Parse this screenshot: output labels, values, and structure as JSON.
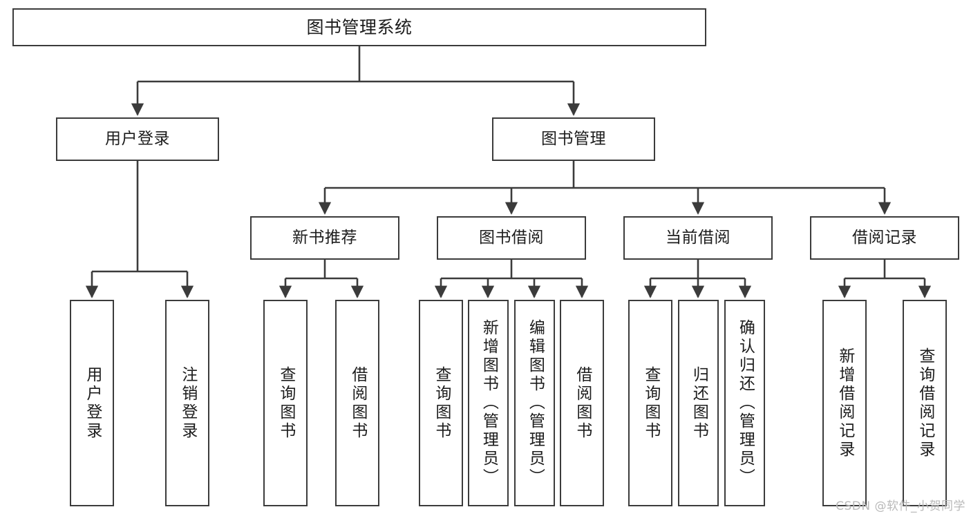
{
  "diagram": {
    "title": "图书管理系统",
    "watermark": "CSDN @软件_小贺同学",
    "line_color": "#3b3b3b",
    "box_fill": "#ffffff",
    "text_color": "#1c1c1c",
    "watermark_color": "#b9b9b9"
  },
  "nodes": {
    "root": {
      "label": "图书管理系统"
    },
    "level2": [
      {
        "label": "用户登录"
      },
      {
        "label": "图书管理"
      }
    ],
    "level3": [
      {
        "label": "新书推荐"
      },
      {
        "label": "图书借阅"
      },
      {
        "label": "当前借阅"
      },
      {
        "label": "借阅记录"
      }
    ],
    "leaves": {
      "user_login": [
        {
          "label": "用户登录"
        },
        {
          "label": "注销登录"
        }
      ],
      "new_book_recommend": [
        {
          "label": "查询图书"
        },
        {
          "label": "借阅图书"
        }
      ],
      "book_borrow": [
        {
          "label": "查询图书"
        },
        {
          "label": "新增图书（管理员）"
        },
        {
          "label": "编辑图书（管理员）"
        },
        {
          "label": "借阅图书"
        }
      ],
      "current_borrow": [
        {
          "label": "查询图书"
        },
        {
          "label": "归还图书"
        },
        {
          "label": "确认归还（管理员）"
        }
      ],
      "borrow_record": [
        {
          "label": "新增借阅记录"
        },
        {
          "label": "查询借阅记录"
        }
      ]
    }
  },
  "chart_data": {
    "type": "table",
    "title": "图书管理系统 功能结构图",
    "structure": [
      {
        "name": "图书管理系统",
        "level": 1,
        "children": [
          {
            "name": "用户登录",
            "level": 2,
            "children": [
              {
                "name": "用户登录",
                "level": 3,
                "children": []
              },
              {
                "name": "注销登录",
                "level": 3,
                "children": []
              }
            ]
          },
          {
            "name": "图书管理",
            "level": 2,
            "children": [
              {
                "name": "新书推荐",
                "level": 3,
                "children": [
                  {
                    "name": "查询图书",
                    "level": 4,
                    "children": []
                  },
                  {
                    "name": "借阅图书",
                    "level": 4,
                    "children": []
                  }
                ]
              },
              {
                "name": "图书借阅",
                "level": 3,
                "children": [
                  {
                    "name": "查询图书",
                    "level": 4,
                    "children": []
                  },
                  {
                    "name": "新增图书（管理员）",
                    "level": 4,
                    "children": []
                  },
                  {
                    "name": "编辑图书（管理员）",
                    "level": 4,
                    "children": []
                  },
                  {
                    "name": "借阅图书",
                    "level": 4,
                    "children": []
                  }
                ]
              },
              {
                "name": "当前借阅",
                "level": 3,
                "children": [
                  {
                    "name": "查询图书",
                    "level": 4,
                    "children": []
                  },
                  {
                    "name": "归还图书",
                    "level": 4,
                    "children": []
                  },
                  {
                    "name": "确认归还（管理员）",
                    "level": 4,
                    "children": []
                  }
                ]
              },
              {
                "name": "借阅记录",
                "level": 3,
                "children": [
                  {
                    "name": "新增借阅记录",
                    "level": 4,
                    "children": []
                  },
                  {
                    "name": "查询借阅记录",
                    "level": 4,
                    "children": []
                  }
                ]
              }
            ]
          }
        ]
      }
    ]
  }
}
